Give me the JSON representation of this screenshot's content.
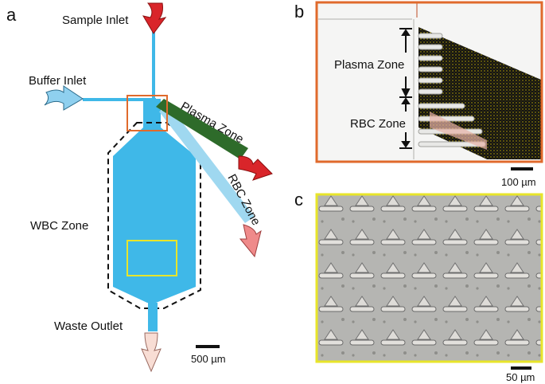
{
  "panels": {
    "a": {
      "letter": "a",
      "labels": {
        "sample_inlet": "Sample Inlet",
        "buffer_inlet": "Buffer Inlet",
        "plasma_zone": "Plasma Zone",
        "rbc_zone": "RBC Zone",
        "wbc_zone": "WBC Zone",
        "waste_outlet": "Waste Outlet"
      },
      "scale_bar": "500 µm"
    },
    "b": {
      "letter": "b",
      "labels": {
        "plasma_zone": "Plasma Zone",
        "rbc_zone": "RBC Zone"
      },
      "scale_bar": "100 µm"
    },
    "c": {
      "letter": "c",
      "scale_bar": "50 µm"
    }
  },
  "colors": {
    "channel": "#3fb8e8",
    "channel_light": "#9fd8f0",
    "plasma_channel": "#2e6b2a",
    "red_arrow": "#d9252a",
    "pink_arrow": "#ef8a8a",
    "light_pink_arrow": "#f8ddd4",
    "blue_arrow": "#8fd0ef",
    "orange_box": "#e06a2c",
    "yellow_box": "#e8e52a",
    "micrograph_gray": "#b9b9b6"
  }
}
